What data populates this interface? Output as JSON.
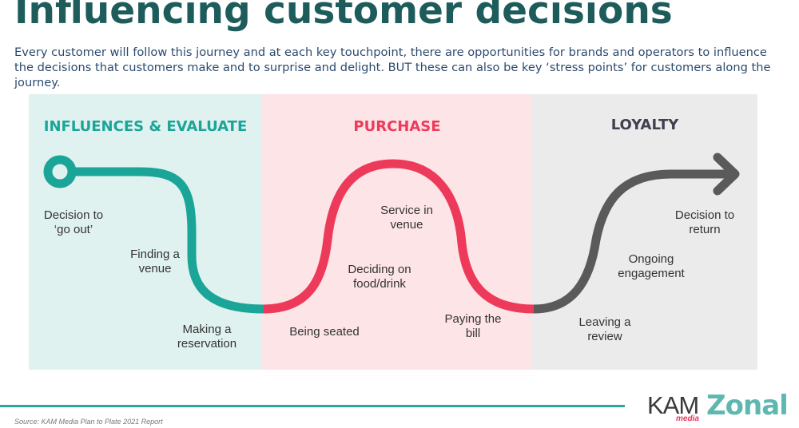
{
  "title": "Influencing customer decisions",
  "subtitle": "Every customer will follow this journey and at each key touchpoint, there are opportunities for brands and operators to influence the decisions that customers make and to surprise and delight. BUT these can also be key ‘stress points’ for customers along the journey.",
  "colors": {
    "title": "#1e5c5c",
    "teal": "#1ba598",
    "pink": "#ee3a5a",
    "grey": "#5a5a5a",
    "panel_teal": "#e0f2ef",
    "panel_pink": "#fde4e7",
    "panel_grey": "#ebebeb"
  },
  "stages": [
    {
      "name": "INFLUENCES & EVALUATE",
      "color": "#1ba598",
      "bg": "#e0f2ef"
    },
    {
      "name": "PURCHASE",
      "color": "#ee3a5a",
      "bg": "#fde4e7"
    },
    {
      "name": "LOYALTY",
      "color": "#3f3f4f",
      "bg": "#ebebeb"
    }
  ],
  "touchpoints": [
    {
      "l1": "Decision to",
      "l2": "‘go out’"
    },
    {
      "l1": "Finding a",
      "l2": "venue"
    },
    {
      "l1": "Making a",
      "l2": "reservation"
    },
    {
      "l1": "Being seated",
      "l2": ""
    },
    {
      "l1": "Deciding on",
      "l2": "food/drink"
    },
    {
      "l1": "Service in",
      "l2": "venue"
    },
    {
      "l1": "Paying the",
      "l2": "bill"
    },
    {
      "l1": "Leaving a",
      "l2": "review"
    },
    {
      "l1": "Ongoing",
      "l2": "engagement"
    },
    {
      "l1": "Decision to",
      "l2": "return"
    }
  ],
  "footer": {
    "source": "Source: KAM Media Plan to Plate 2021 Report",
    "logo_kam": "KAM",
    "logo_kam_sub": "media",
    "logo_zonal": "Zonal"
  }
}
